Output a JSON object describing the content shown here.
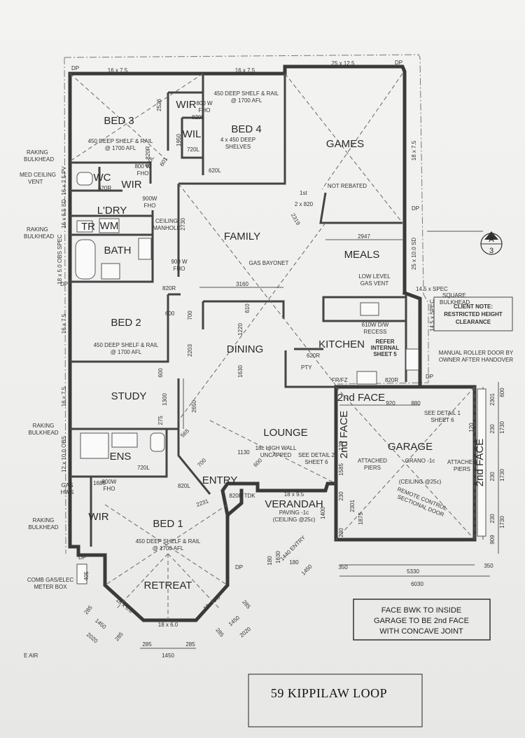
{
  "rooms": {
    "bed3": "BED 3",
    "bed4": "BED 4",
    "games": "GAMES",
    "wir_top": "WIR",
    "wil": "WIL",
    "wc": "WC",
    "wir_mid": "WIR",
    "ldry": "L'DRY",
    "tr": "TR",
    "wm": "WM",
    "bath": "BATH",
    "family": "FAMILY",
    "meals": "MEALS",
    "bed2": "BED 2",
    "dining": "DINING",
    "kitchen": "KITCHEN",
    "study": "STUDY",
    "lounge": "LOUNGE",
    "garage": "GARAGE",
    "ens": "ENS",
    "entry": "ENTRY",
    "verandah": "VERANDAH",
    "wir_bottom": "WIR",
    "bed1": "BED 1",
    "retreat": "RETREAT",
    "second_face_a": "2nd FACE",
    "second_face_b": "2nd FACE",
    "second_face_c": "2nd FACE"
  },
  "notes": {
    "deep_shelf_top": "450 DEEP SHELF & RAIL",
    "afl_top": "@ 1700 AFL",
    "fho_800_top": "800 W",
    "fho_top": "FHO",
    "shelves_1": "4 x 450 DEEP",
    "shelves_2": "SHELVES",
    "bed3_shelf": "450 DEEP SHELF & RAIL",
    "bed3_afl": "@ 1700 AFL",
    "raking_1": "RAKING",
    "raking_1b": "BULKHEAD",
    "med_vent_1": "MED CEILING",
    "med_vent_2": "VENT",
    "raking_2": "RAKING",
    "raking_2b": "BULKHEAD",
    "fho_800_wc": "800 W",
    "fho_wc": "FHO",
    "fho_900": "900W",
    "fho_900b": "FHO",
    "ceiling_hatch_1": "CEILING",
    "ceiling_hatch_2": "MANHOLE",
    "not_rebated": "NOT REBATED",
    "first_door": "1st",
    "door_size": "2 x 820",
    "gas_bayonet": "GAS BAYONET",
    "low_gas_1": "LOW LEVEL",
    "low_gas_2": "GAS VENT",
    "spec_145": "14.5 x SPEC",
    "square_1": "SQUARE",
    "square_2": "BULKHEAD",
    "client_1": "CLIENT NOTE:",
    "client_2": "RESTRICTED HEIGHT",
    "client_3": "CLEARANCE",
    "roller_1": "MANUAL ROLLER DOOR BY",
    "roller_2": "OWNER AFTER HANDOVER",
    "dw_1": "610W D/W",
    "dw_2": "RECESS",
    "refer_1": "REFER",
    "refer_2": "INTERNAL",
    "refer_3": "SHEET 5",
    "fho_900_bath": "900 W",
    "fho_bath": "FHO",
    "bed2_shelf": "450 DEEP SHELF & RAIL",
    "bed2_afl": "@ 1700 AFL",
    "pty": "PTY",
    "frfz": "FR/FZ",
    "see_detail_1a": "SEE DETAIL 1",
    "see_detail_1b": "SHEET 6",
    "raking_3": "RAKING",
    "raking_3b": "BULKHEAD",
    "high_wall_1": "18c HIGH WALL",
    "high_wall_2": "UNCAPPED",
    "see_detail_2a": "SEE DETAIL 2",
    "see_detail_2b": "SHEET 6",
    "piers_1": "ATTACHED",
    "piers_1b": "PIERS",
    "grano": "GRANO -1c",
    "ceiling_25": "(CEILING @25c)",
    "piers_2": "ATTACHED",
    "piers_2b": "PIERS",
    "remote_1": "REMOTE CONTROL",
    "remote_2": "SECTIONAL DOOR",
    "gas_hws_1": "GAS",
    "gas_hws_2": "HWS",
    "fho_800_ens": "800W",
    "fho_ens": "FHO",
    "tdk": "820R TDK",
    "paving_1": "PAVING -1c",
    "paving_2": "(CEILING @25c)",
    "entry_dim": "1440 ENTRY",
    "raking_4": "RAKING",
    "raking_4b": "BULKHEAD",
    "bed1_shelf": "450 DEEP SHELF & RAIL",
    "bed1_afl": "@ 1700 AFL",
    "meter_1": "COMB GAS/ELEC",
    "meter_2": "METER BOX",
    "face_1": "FACE BWK TO INSIDE",
    "face_2": "GARAGE TO BE 2nd FACE",
    "face_3": "WITH CONCAVE JOINT",
    "air": "E AIR",
    "dp_labels": [
      "DP",
      "DP",
      "DP",
      "DP",
      "DP",
      "DP",
      "DP"
    ],
    "section_letter": "A",
    "section_num": "3"
  },
  "dims": {
    "top_1": "16 x 7.5",
    "top_2": "16 x 7.5",
    "top_3": "25 x 12.5",
    "v_2526": "2526",
    "v_1950": "1950",
    "d_820r_wc": "820R",
    "d_820l_bed4": "820L",
    "d_720l": "720L",
    "d_620l": "620L",
    "d_620r": "620R",
    "d_601": "601",
    "d_820l_bed3": "820L",
    "side_18_75": "18 x 7.5",
    "wall_16_25": "16 x 2.5 PV",
    "wall_16_65": "16 x 6.5 SD",
    "wall_25_10": "25 x 10.0 SD",
    "wall_18_50": "18 x 5.0 OBS SPEC",
    "dim_2730": "2730",
    "dim_2319": "2319",
    "dim_2947": "2947",
    "dim_3160": "3160",
    "d_820r_bath": "820R",
    "d_600": "600",
    "dim_1220": "1220",
    "dim_610": "610",
    "dim_700": "700",
    "dim_2203": "2203",
    "dim_1630": "1630",
    "left_16_75a": "16 x 7.5",
    "d_620r_kit": "620R",
    "d_820r_kit": "820R",
    "right_145": "14.5 x SPEC",
    "d_600b": "600",
    "dim_1300": "1300",
    "dim_2650": "2650",
    "dim_275": "275",
    "left_16_75b": "16 x 7.5",
    "dim_920": "920",
    "dim_880": "880",
    "g_600": "600",
    "g_2301": "2301",
    "g_1730a": "1730",
    "g_1730b": "1730",
    "g_1730c": "1730",
    "g_230a": "230",
    "g_230b": "230",
    "g_230c": "230",
    "g_909": "909",
    "g_120a": "120",
    "g_120b": "120",
    "g_1585": "1585",
    "dim_565": "565",
    "d_720l_ens": "720L",
    "dim_700b": "700",
    "dim_1130": "1130",
    "dim_600c": "600",
    "left_12_100": "12 x 10.0 OBS",
    "d_820l_ens": "820L",
    "dim_2231": "2231",
    "dim_1685": "1685",
    "v_18_95": "18 x 9.5",
    "d_1400": "1400",
    "v_180": "180",
    "v_1630": "1630",
    "v_180b": "180",
    "v_1450": "1450",
    "g_2301b": "2301",
    "g_1875": "1875",
    "g_230d": "230",
    "g_230e": "230",
    "g_350a": "350",
    "g_5330": "5330",
    "g_350b": "350",
    "g_6030": "6030",
    "b_18_60a": "18 x 6.0",
    "b_18_60b": "18 x 6.0",
    "b_18_60c": "18 x 6.0",
    "b_285a": "285",
    "b_1450a": "1450",
    "b_285b": "285",
    "b_2020a": "2020",
    "b_285c": "285",
    "b_1450b": "1450",
    "b_285d": "285",
    "b_2020b": "2020",
    "b_285e": "285",
    "b_1450c": "1450",
    "b_285f": "285",
    "d_405": "405"
  },
  "address": "59 KIPPILAW LOOP"
}
